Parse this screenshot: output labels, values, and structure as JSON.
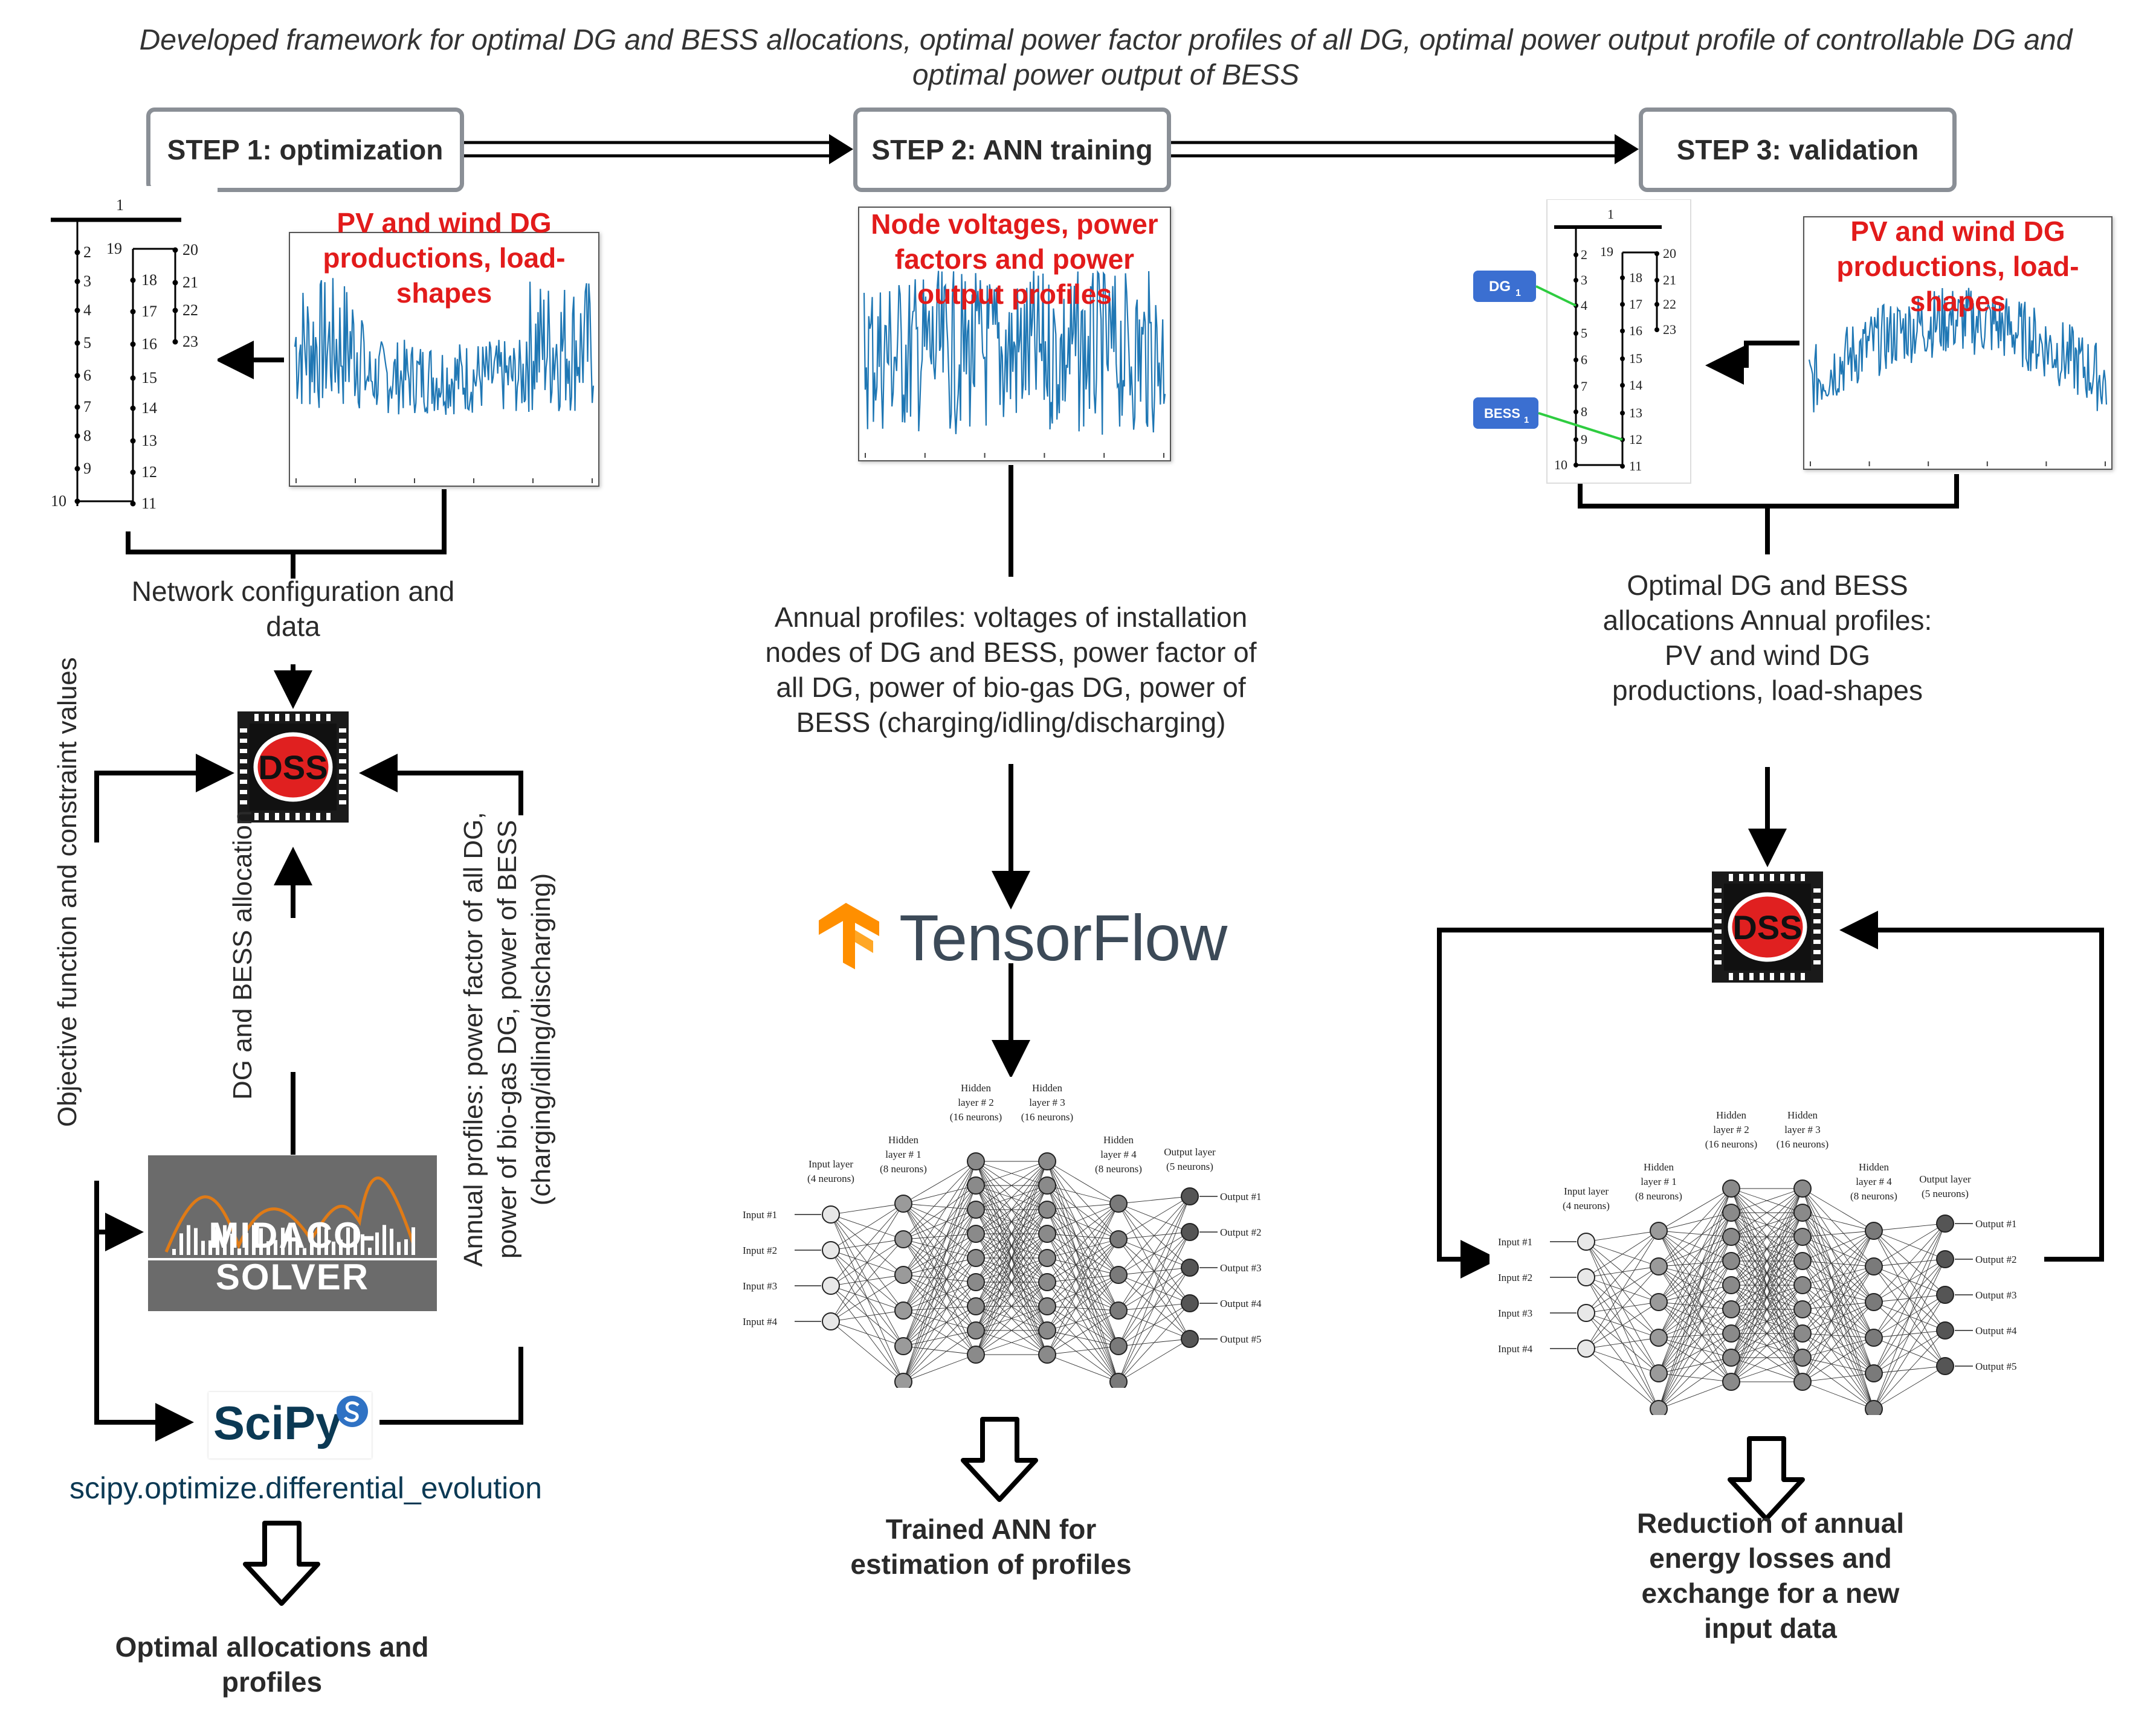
{
  "title": "Developed framework for optimal DG and BESS allocations, optimal power factor profiles of all DG, optimal power output profile of controllable DG and optimal power output of BESS",
  "steps": {
    "step1": "STEP 1: optimization",
    "step2": "STEP 2: ANN training",
    "step3": "STEP 3: validation"
  },
  "network": {
    "nodes_left": [
      "1",
      "2",
      "3",
      "4",
      "5",
      "6",
      "7",
      "8",
      "9",
      "10"
    ],
    "nodes_mid": [
      "19",
      "18",
      "17",
      "16",
      "15",
      "14",
      "13",
      "12",
      "11"
    ],
    "nodes_right": [
      "20",
      "21",
      "22",
      "23"
    ],
    "dg_tag": "DG",
    "dg_sub": "1",
    "bess_tag": "BESS",
    "bess_sub": "1"
  },
  "col1": {
    "plot_label": "PV and wind DG productions, load-shapes",
    "network_label": "Network configuration and data",
    "dss": "DSS",
    "objective_label": "Objective function and constraint values",
    "allocation_label": "DG and BESS allocation",
    "annual_label": "Annual profiles: power factor of all DG, power of bio-gas DG, power of BESS (charging/idling/discharging)",
    "midaco": "MIDACO-SOLVER",
    "scipy": "SciPy",
    "scipy_fn": "scipy.optimize.differential_evolution",
    "output": "Optimal allocations and profiles"
  },
  "col2": {
    "plot_label": "Node voltages, power factors and power output profiles",
    "annual_label": "Annual profiles: voltages of installation nodes of DG and BESS, power factor of all DG, power of bio-gas DG, power of BESS (charging/idling/discharging)",
    "tensorflow": "TensorFlow",
    "output": "Trained ANN for estimation of profiles"
  },
  "col3": {
    "plot_label": "PV and wind DG productions, load-shapes",
    "label": "Optimal DG and BESS allocations Annual profiles: PV and wind DG productions, load-shapes",
    "dss": "DSS",
    "output": "Reduction of annual energy losses and exchange for a new input data"
  },
  "ann": {
    "layers": [
      "Input layer (4 neurons)",
      "Hidden layer # 1 (8 neurons)",
      "Hidden layer # 2 (16 neurons)",
      "Hidden layer # 3 (16 neurons)",
      "Hidden layer # 4 (8 neurons)",
      "Output layer (5 neurons)"
    ],
    "inputs": [
      "Input #1",
      "Input #2",
      "Input #3",
      "Input #4"
    ],
    "outputs": [
      "Output #1",
      "Output #2",
      "Output #3",
      "Output #4",
      "Output #5"
    ],
    "neuron_counts": [
      4,
      8,
      16,
      16,
      8,
      5
    ]
  },
  "colors": {
    "signal": "#1f77b4",
    "red_label": "#e21b1b",
    "dg_box": "#3b6fd1",
    "green_link": "#2ecc40",
    "orange": "#e07b16"
  }
}
